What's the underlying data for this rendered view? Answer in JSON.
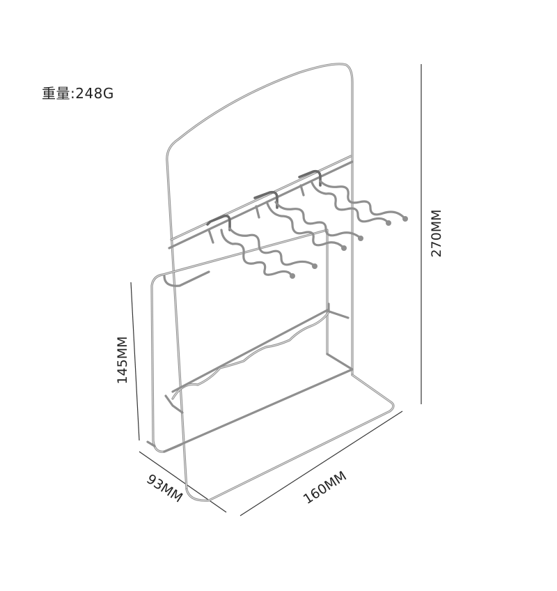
{
  "product": {
    "weight_label": "重量:248G"
  },
  "dimensions": {
    "total_height": "270MM",
    "base_height": "145MM",
    "depth": "93MM",
    "width": "160MM"
  },
  "colors": {
    "wire": "#8f8f8f",
    "wire_highlight": "#e6e6e6",
    "text": "#222222",
    "background": "#ffffff"
  },
  "icons": [
    "jewelry-stand-drawing"
  ]
}
